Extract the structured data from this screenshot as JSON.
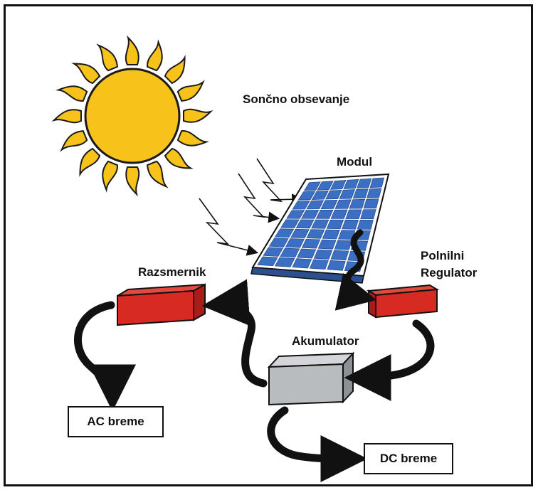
{
  "labels": {
    "irradiance": "Sončno obsevanje",
    "module": "Modul",
    "charge_controller_line1": "Polnilni",
    "charge_controller_line2": "Regulator",
    "inverter": "Razsmernik",
    "battery": "Akumulator",
    "ac_load": "AC breme",
    "dc_load": "DC breme"
  },
  "colors": {
    "sun_fill": "#f7c21a",
    "sun_stroke": "#1a1a1a",
    "panel_cell": "#3b6fc4",
    "panel_grid": "#dfe9f7",
    "device_red": "#d62a22",
    "battery_gray": "#b9bcbf",
    "arrow": "#111111"
  }
}
